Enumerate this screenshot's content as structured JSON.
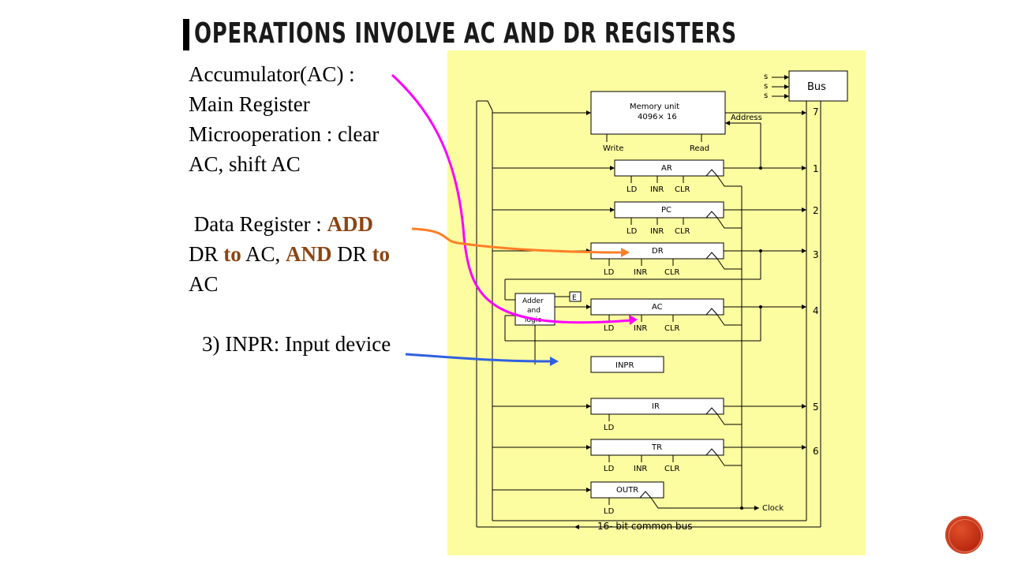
{
  "title": "OPERATIONS INVOLVE AC AND DR REGISTERS",
  "accumulator": {
    "line1": "Accumulator(AC)  :",
    "line2": "Main Register",
    "line3": "Microoperation : clear",
    "line4": "AC, shift AC"
  },
  "data_register": {
    "label": " Data Register : ",
    "w1": "ADD",
    "w2": "DR ",
    "w3": "to",
    "w4": " AC, ",
    "w5": "AND",
    "w6": " DR ",
    "w7": "to",
    "w8": "AC"
  },
  "inpr_text": "3) INPR: Input device",
  "diagram": {
    "bus": "Bus",
    "s_labels": [
      "s",
      "s",
      "s"
    ],
    "memory_line1": "Memory unit",
    "memory_line2": "4096× 16",
    "address": "Address",
    "write": "Write",
    "read": "Read",
    "registers": {
      "ar": "AR",
      "pc": "PC",
      "dr": "DR",
      "ac": "AC",
      "inpr": "INPR",
      "ir": "IR",
      "tr": "TR",
      "outr": "OUTR"
    },
    "controls": {
      "ld": "LD",
      "inr": "INR",
      "clr": "CLR"
    },
    "adder": [
      "Adder",
      "and",
      "logic"
    ],
    "e": "E",
    "clock": "Clock",
    "common_bus": "16- bit common bus",
    "bus_numbers": [
      "7",
      "1",
      "2",
      "3",
      "4",
      "5",
      "6"
    ]
  },
  "colors": {
    "diagram_bg": "#fcfca0",
    "arrow_ac": "#ff00ff",
    "arrow_dr": "#ff7f27",
    "arrow_inpr": "#3060e0",
    "highlight": "#8b4513",
    "logo": "#c0311a"
  }
}
